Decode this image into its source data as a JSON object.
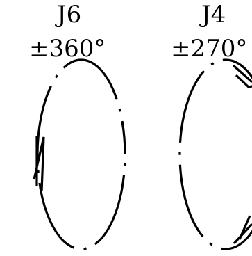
{
  "joints": [
    {
      "name": "J6",
      "range": "±360°"
    },
    {
      "name": "J4",
      "range": "±270°"
    }
  ],
  "colors": {
    "ink": "#000000",
    "background": "#ffffff"
  }
}
